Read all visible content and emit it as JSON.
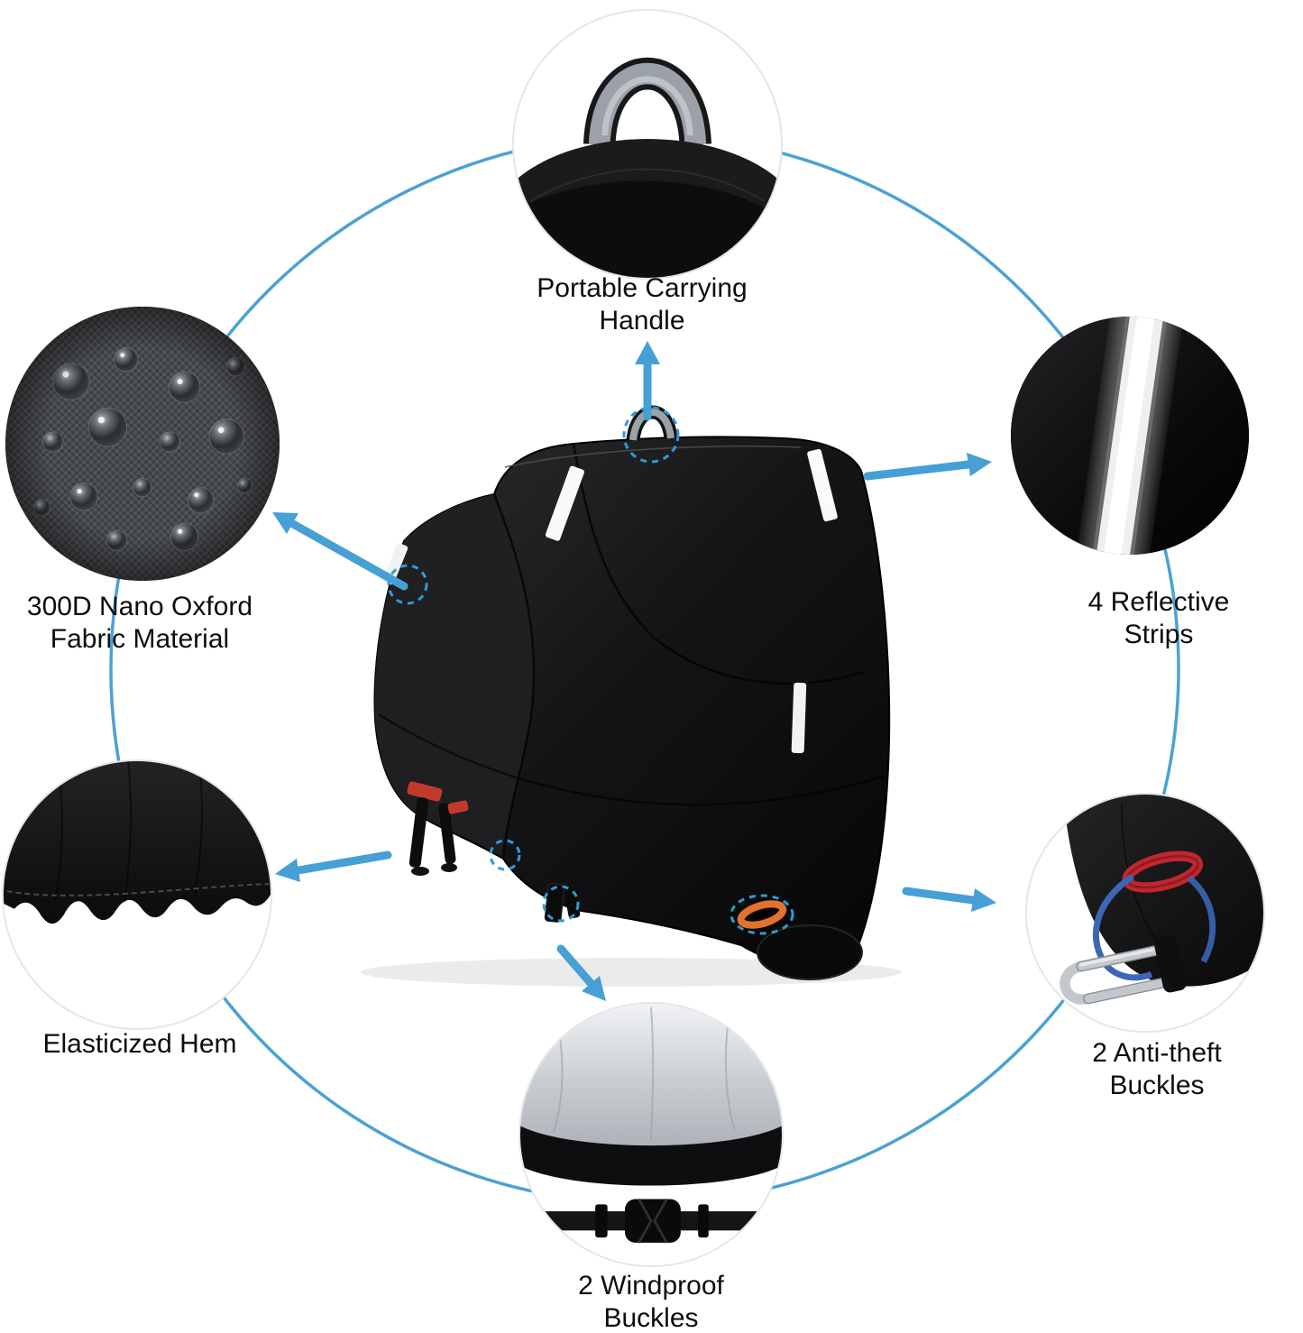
{
  "diagram": {
    "accent_color": "#4ba1d3",
    "product": "motorcycle-cover",
    "features": [
      {
        "id": "carrying-handle",
        "label": "Portable Carrying Handle"
      },
      {
        "id": "reflective-strips",
        "label": "4 Reflective Strips"
      },
      {
        "id": "anti-theft-buckles",
        "label": "2 Anti-theft Buckles"
      },
      {
        "id": "windproof-buckles",
        "label": "2 Windproof Buckles"
      },
      {
        "id": "elasticized-hem",
        "label": "Elasticized Hem"
      },
      {
        "id": "fabric-material",
        "label": "300D Nano Oxford Fabric Material"
      }
    ]
  }
}
